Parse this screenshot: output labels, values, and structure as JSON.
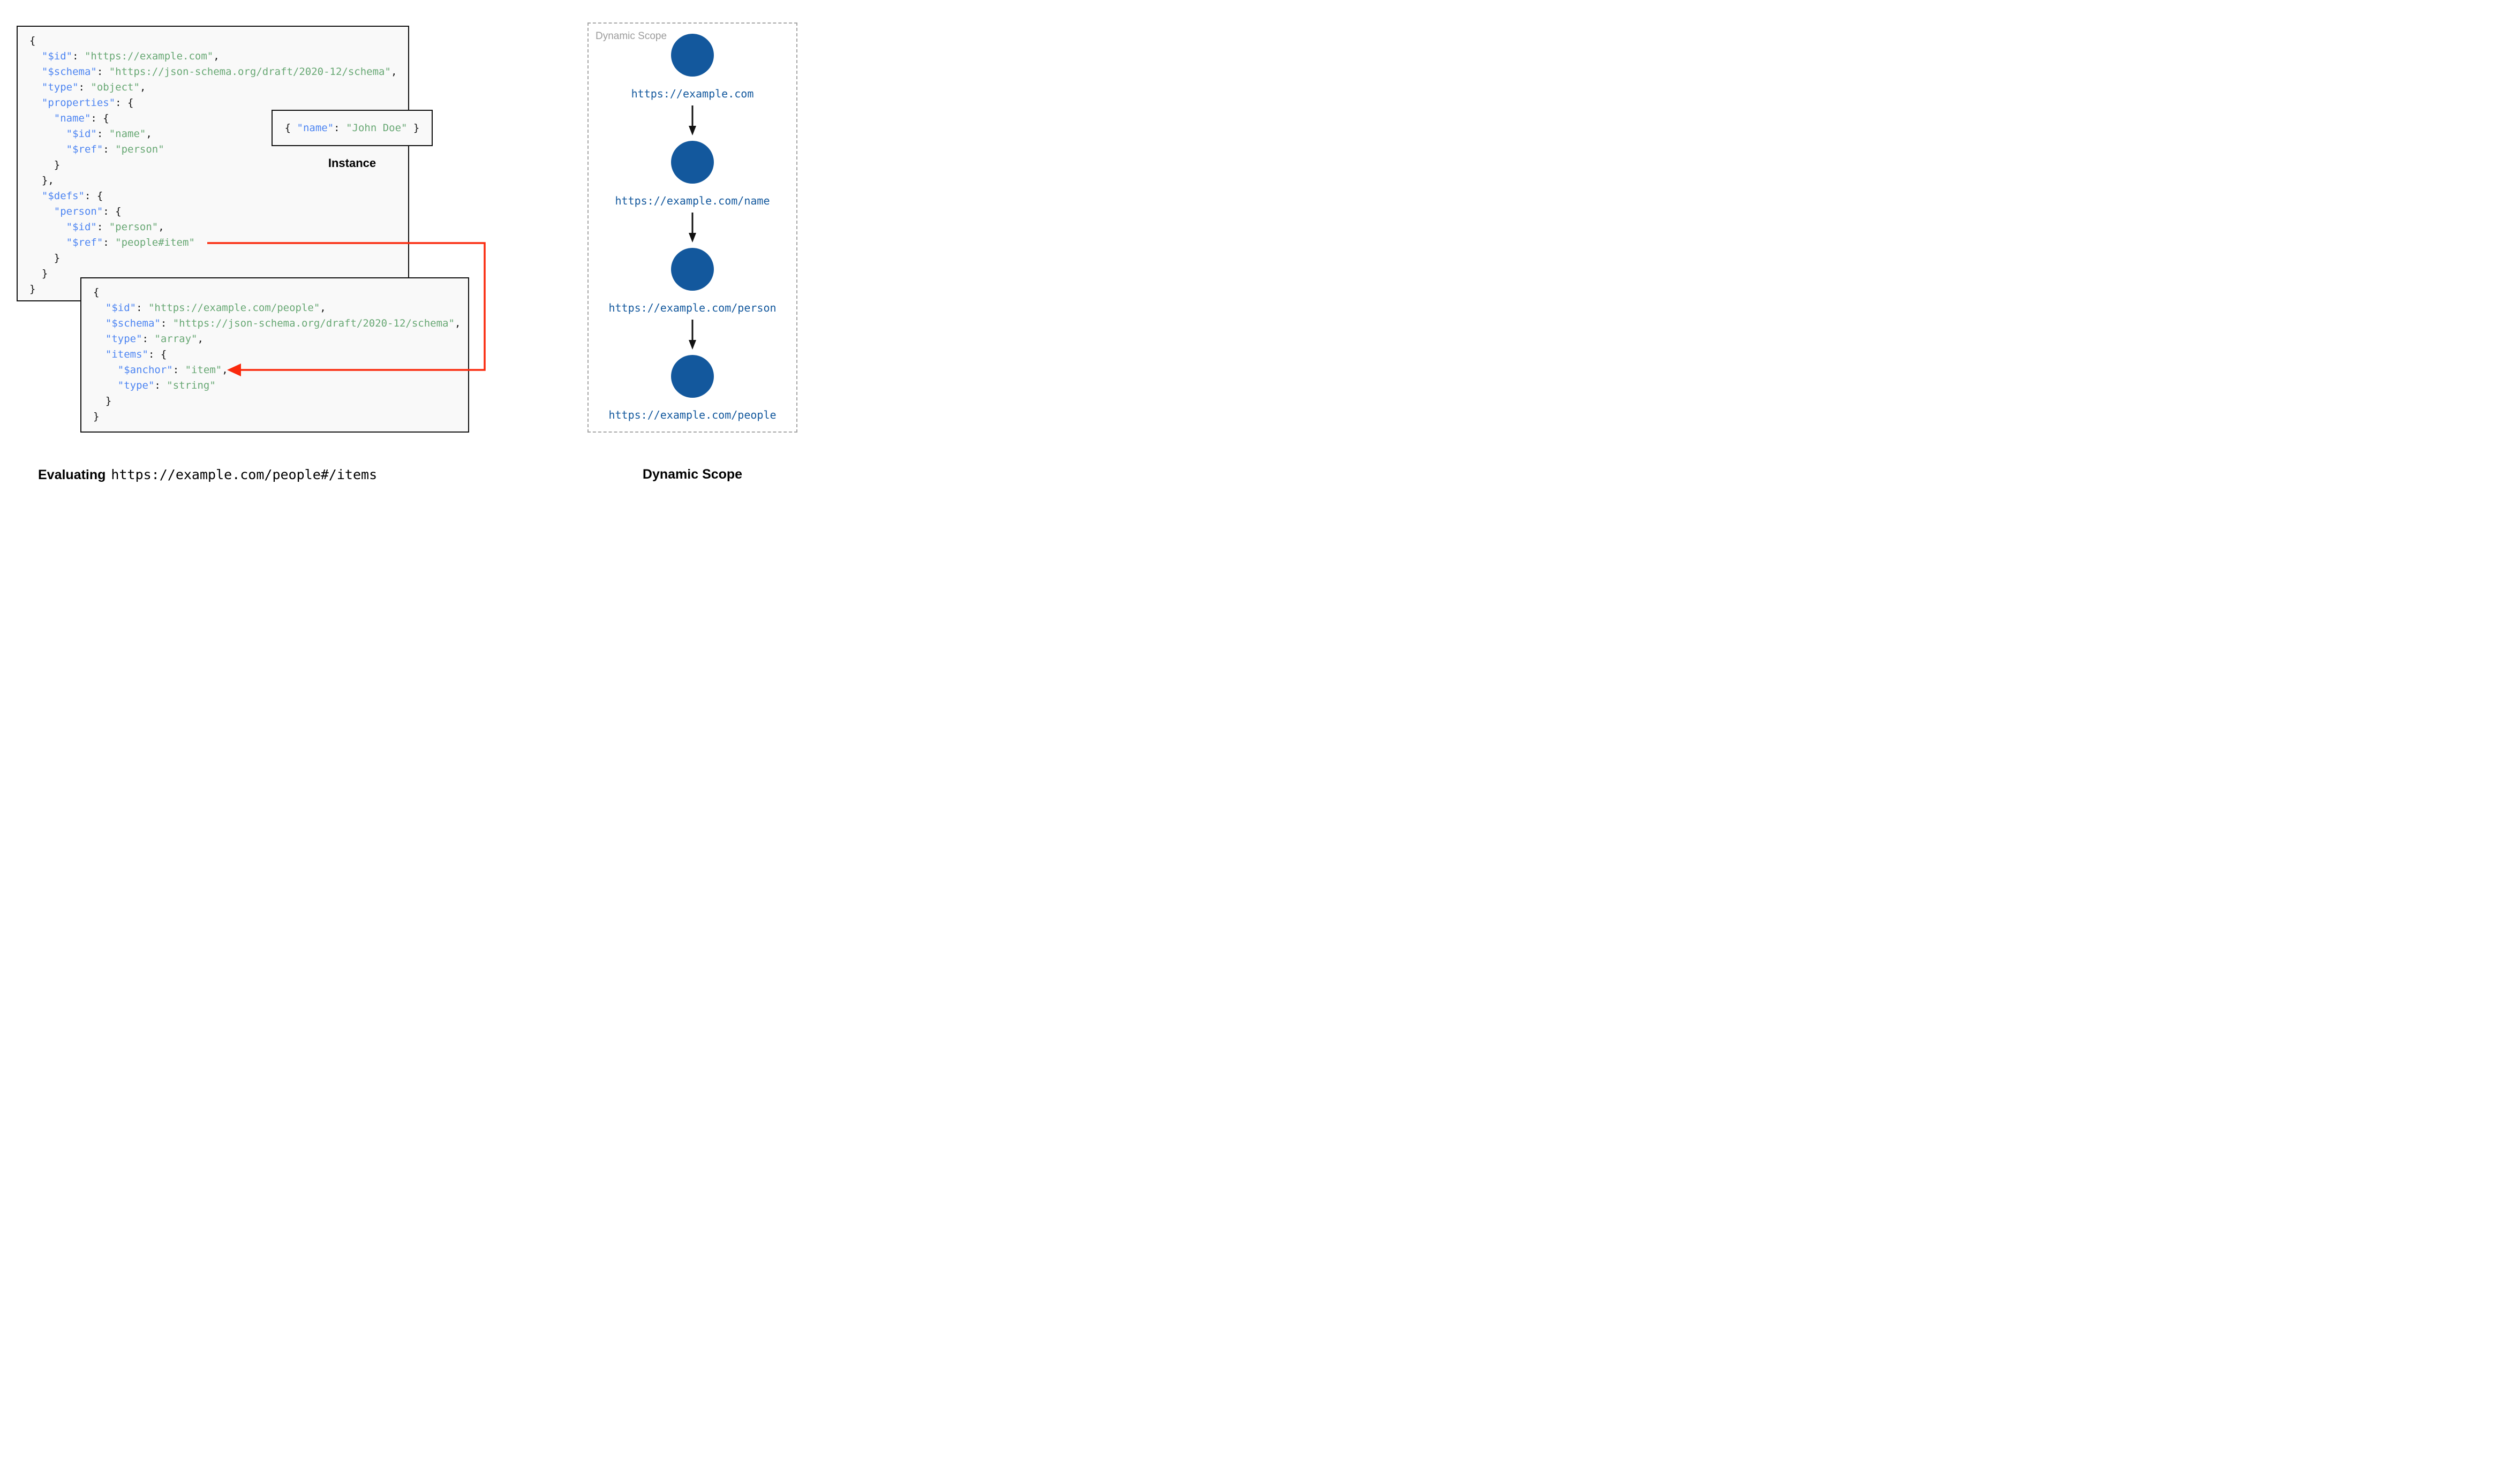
{
  "palette": {
    "key": "#4d85f2",
    "string": "#68a874",
    "punct": "#121212",
    "red": "#fa2a0e",
    "node": "#13589d",
    "url": "#13589d",
    "graylabel": "#9b9b9b",
    "boxbg": "#f9f9f9",
    "border": "#111111"
  },
  "schema1": {
    "lines": [
      [
        [
          "p",
          "{"
        ]
      ],
      [
        [
          "p",
          "  "
        ],
        [
          "k",
          "\"$id\""
        ],
        [
          "p",
          ": "
        ],
        [
          "s",
          "\"https://example.com\""
        ],
        [
          "p",
          ","
        ]
      ],
      [
        [
          "p",
          "  "
        ],
        [
          "k",
          "\"$schema\""
        ],
        [
          "p",
          ": "
        ],
        [
          "s",
          "\"https://json-schema.org/draft/2020-12/schema\""
        ],
        [
          "p",
          ","
        ]
      ],
      [
        [
          "p",
          "  "
        ],
        [
          "k",
          "\"type\""
        ],
        [
          "p",
          ": "
        ],
        [
          "s",
          "\"object\""
        ],
        [
          "p",
          ","
        ]
      ],
      [
        [
          "p",
          "  "
        ],
        [
          "k",
          "\"properties\""
        ],
        [
          "p",
          ": {"
        ]
      ],
      [
        [
          "p",
          "    "
        ],
        [
          "k",
          "\"name\""
        ],
        [
          "p",
          ": {"
        ]
      ],
      [
        [
          "p",
          "      "
        ],
        [
          "k",
          "\"$id\""
        ],
        [
          "p",
          ": "
        ],
        [
          "s",
          "\"name\""
        ],
        [
          "p",
          ","
        ]
      ],
      [
        [
          "p",
          "      "
        ],
        [
          "k",
          "\"$ref\""
        ],
        [
          "p",
          ": "
        ],
        [
          "s",
          "\"person\""
        ]
      ],
      [
        [
          "p",
          "    }"
        ]
      ],
      [
        [
          "p",
          "  },"
        ]
      ],
      [
        [
          "p",
          "  "
        ],
        [
          "k",
          "\"$defs\""
        ],
        [
          "p",
          ": {"
        ]
      ],
      [
        [
          "p",
          "    "
        ],
        [
          "k",
          "\"person\""
        ],
        [
          "p",
          ": {"
        ]
      ],
      [
        [
          "p",
          "      "
        ],
        [
          "k",
          "\"$id\""
        ],
        [
          "p",
          ": "
        ],
        [
          "s",
          "\"person\""
        ],
        [
          "p",
          ","
        ]
      ],
      [
        [
          "p",
          "      "
        ],
        [
          "k",
          "\"$ref\""
        ],
        [
          "p",
          ": "
        ],
        [
          "s",
          "\"people#item\""
        ]
      ],
      [
        [
          "p",
          "    }"
        ]
      ],
      [
        [
          "p",
          "  }"
        ]
      ],
      [
        [
          "p",
          "}"
        ]
      ]
    ]
  },
  "schema2": {
    "lines": [
      [
        [
          "p",
          "{"
        ]
      ],
      [
        [
          "p",
          "  "
        ],
        [
          "k",
          "\"$id\""
        ],
        [
          "p",
          ": "
        ],
        [
          "s",
          "\"https://example.com/people\""
        ],
        [
          "p",
          ","
        ]
      ],
      [
        [
          "p",
          "  "
        ],
        [
          "k",
          "\"$schema\""
        ],
        [
          "p",
          ": "
        ],
        [
          "s",
          "\"https://json-schema.org/draft/2020-12/schema\""
        ],
        [
          "p",
          ","
        ]
      ],
      [
        [
          "p",
          "  "
        ],
        [
          "k",
          "\"type\""
        ],
        [
          "p",
          ": "
        ],
        [
          "s",
          "\"array\""
        ],
        [
          "p",
          ","
        ]
      ],
      [
        [
          "p",
          "  "
        ],
        [
          "k",
          "\"items\""
        ],
        [
          "p",
          ": {"
        ]
      ],
      [
        [
          "p",
          "    "
        ],
        [
          "k",
          "\"$anchor\""
        ],
        [
          "p",
          ": "
        ],
        [
          "s",
          "\"item\""
        ],
        [
          "p",
          ","
        ]
      ],
      [
        [
          "p",
          "    "
        ],
        [
          "k",
          "\"type\""
        ],
        [
          "p",
          ": "
        ],
        [
          "s",
          "\"string\""
        ]
      ],
      [
        [
          "p",
          "  }"
        ]
      ],
      [
        [
          "p",
          "}"
        ]
      ]
    ]
  },
  "instance": {
    "lines": [
      [
        [
          "p",
          "{ "
        ],
        [
          "k",
          "\"name\""
        ],
        [
          "p",
          ": "
        ],
        [
          "s",
          "\"John Doe\""
        ],
        [
          "p",
          " }"
        ]
      ]
    ],
    "caption": "Instance"
  },
  "evaluating": {
    "label": "Evaluating",
    "uri": "https://example.com/people#/items"
  },
  "dynamic_scope": {
    "panel_label": "Dynamic Scope",
    "caption": "Dynamic Scope",
    "nodes": [
      {
        "url": "https://example.com"
      },
      {
        "url": "https://example.com/name"
      },
      {
        "url": "https://example.com/person"
      },
      {
        "url": "https://example.com/people"
      }
    ]
  }
}
